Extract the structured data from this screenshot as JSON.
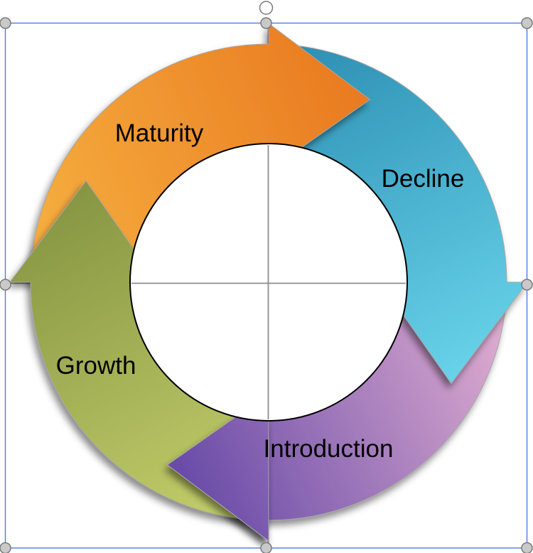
{
  "app": {
    "background_color": "#FFFFFF",
    "object_selected": true
  },
  "diagram": {
    "type": "cycle",
    "description": "Product life cycle - four curved arrows forming a clockwise ring around a white circle",
    "flow_direction": "clockwise",
    "label_color": "#000000",
    "outline_color": "#A6A6A6",
    "crosshair_color": "#8C8C8C",
    "center_circle": {
      "fill": "#FFFFFF",
      "stroke": "#000000"
    },
    "stages": [
      {
        "id": "introduction",
        "label": "Introduction",
        "position": "bottom",
        "gradient_from": "#E2AFD1",
        "gradient_to": "#6A4CA8"
      },
      {
        "id": "growth",
        "label": "Growth",
        "position": "left",
        "gradient_from": "#879643",
        "gradient_to": "#C2CD6A"
      },
      {
        "id": "maturity",
        "label": "Maturity",
        "position": "top",
        "gradient_from": "#F5AC3E",
        "gradient_to": "#E97A20"
      },
      {
        "id": "decline",
        "label": "Decline",
        "position": "right",
        "gradient_from": "#2E91B5",
        "gradient_to": "#69D3EA"
      }
    ]
  },
  "selection": {
    "border_color": "#4A7DE8",
    "handle_fill": "#C9C9C9",
    "handle_stroke": "#7A7A7A",
    "rotation_handle_fill": "#FFFFFF",
    "handles": [
      "top-left",
      "top-center",
      "top-right",
      "middle-left",
      "middle-right",
      "bottom-left",
      "bottom-center",
      "bottom-right"
    ],
    "rotation_handle": "rotate"
  }
}
